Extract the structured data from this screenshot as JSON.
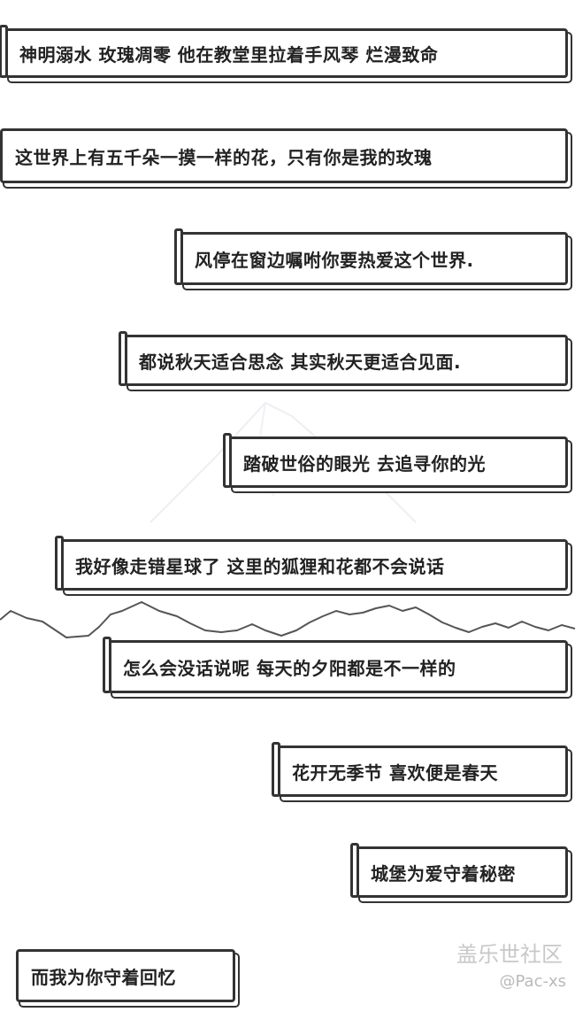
{
  "quotes": [
    {
      "text": "神明溺水 玫瑰凋零 他在教堂里拉着手风琴 烂漫致命"
    },
    {
      "text": "这世界上有五千朵一摸一样的花，只有你是我的玫瑰"
    },
    {
      "text": "风停在窗边嘱咐你要热爱这个世界."
    },
    {
      "text": "都说秋天适合思念 其实秋天更适合见面."
    },
    {
      "text": "踏破世俗的眼光 去追寻你的光"
    },
    {
      "text": "我好像走错星球了 这里的狐狸和花都不会说话"
    },
    {
      "text": "怎么会没话说呢 每天的夕阳都是不一样的"
    },
    {
      "text": "花开无季节 喜欢便是春天"
    },
    {
      "text": "城堡为爱守着秘密"
    },
    {
      "text": "而我为你守着回忆"
    }
  ],
  "watermark": {
    "logo": "盖乐世社区",
    "user": "@Pac-xs"
  },
  "colors": {
    "border": "#333333",
    "text": "#222222",
    "background": "#ffffff",
    "watermark": "#b9b9b9"
  }
}
